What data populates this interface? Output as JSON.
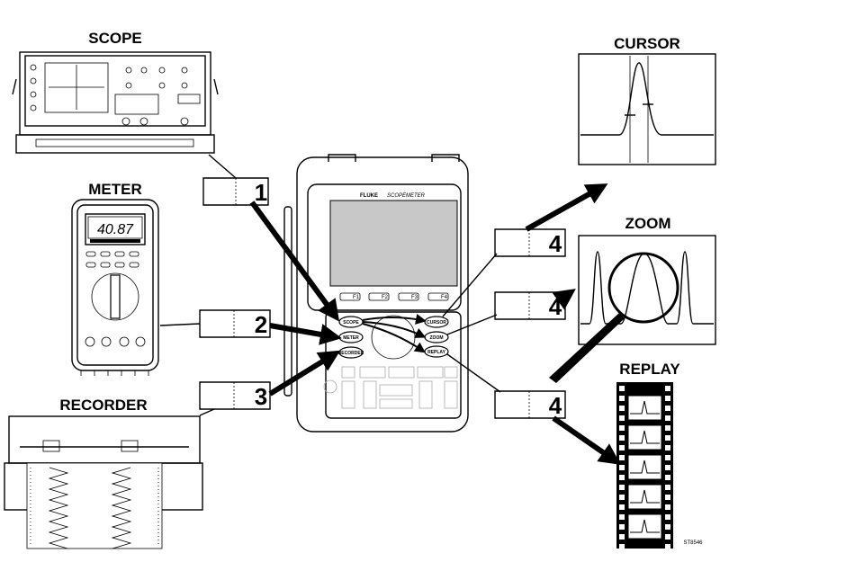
{
  "labels": {
    "scope": "SCOPE",
    "meter": "METER",
    "recorder": "RECORDER",
    "cursor": "CURSOR",
    "zoom": "ZOOM",
    "replay": "REPLAY"
  },
  "steps": [
    "1",
    "2",
    "3",
    "4",
    "4",
    "4"
  ],
  "device": {
    "brand": "FLUKE",
    "model": "SCOPEMETER",
    "function_keys": [
      "F1",
      "F2",
      "F3",
      "F4"
    ],
    "mode_buttons": [
      "SCOPE",
      "METER",
      "RECORDER"
    ],
    "function_buttons": [
      "CURSOR",
      "ZOOM",
      "REPLAY"
    ],
    "screen_color": "#c8c8c8"
  },
  "meter_display": "40.87",
  "figure_id": "ST8546"
}
